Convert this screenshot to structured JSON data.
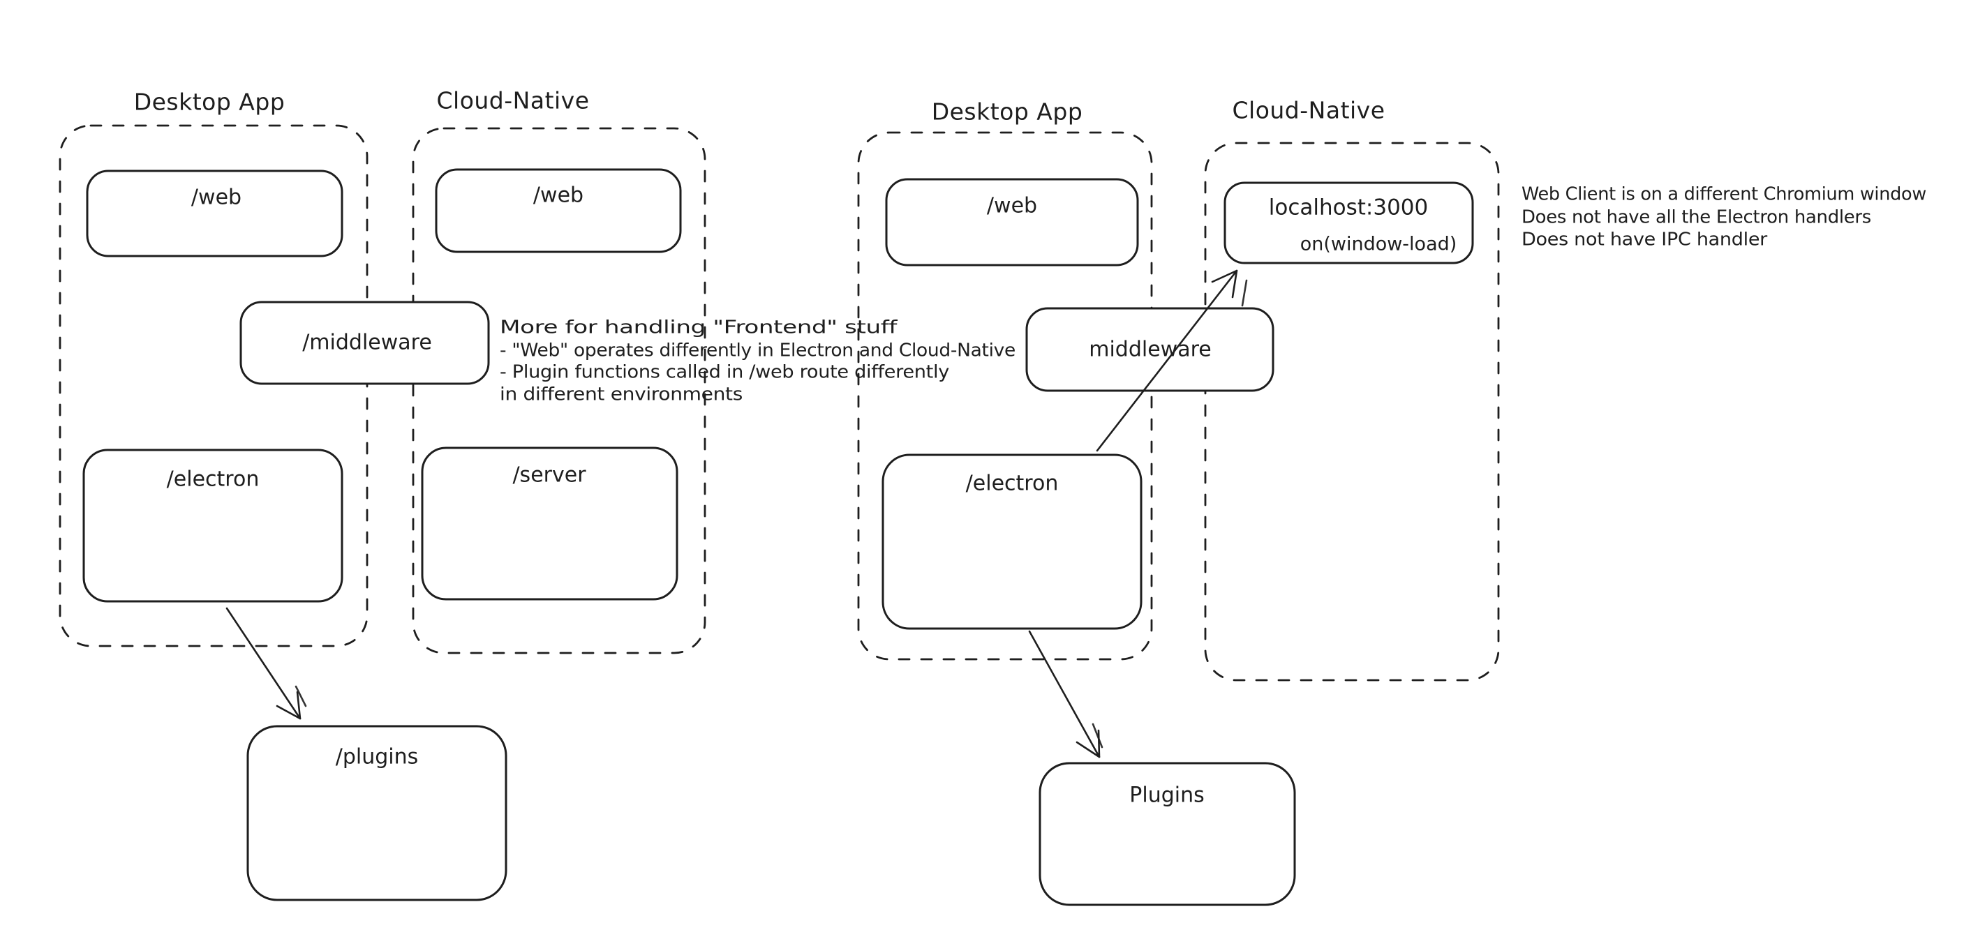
{
  "colors": {
    "ink": "#1e1e1e",
    "green": "#2f9e44",
    "red": "#e03131",
    "background": "#ffffff"
  },
  "left": {
    "desktop_app": {
      "label": "Desktop App",
      "web": "/web",
      "electron": "/electron"
    },
    "cloud_native": {
      "label": "Cloud-Native",
      "web": "/web",
      "server": "/server"
    },
    "middleware": "/middleware",
    "plugins": "/plugins",
    "note_lines": [
      "More for handling \"Frontend\" stuff",
      "- \"Web\" operates differently in Electron and Cloud-Native",
      "- Plugin functions called in /web route differently",
      "in different environments"
    ]
  },
  "right": {
    "desktop_app": {
      "label": "Desktop App",
      "web": "/web",
      "electron": "/electron"
    },
    "cloud_native": {
      "label": "Cloud-Native",
      "localhost": "localhost:3000",
      "on_window_load": "on(window-load)"
    },
    "middleware": "middleware",
    "plugins": "Plugins",
    "note_lines": [
      "Web Client is on a different Chromium window",
      "Does not have all the Electron handlers",
      "Does not have IPC handler"
    ]
  }
}
